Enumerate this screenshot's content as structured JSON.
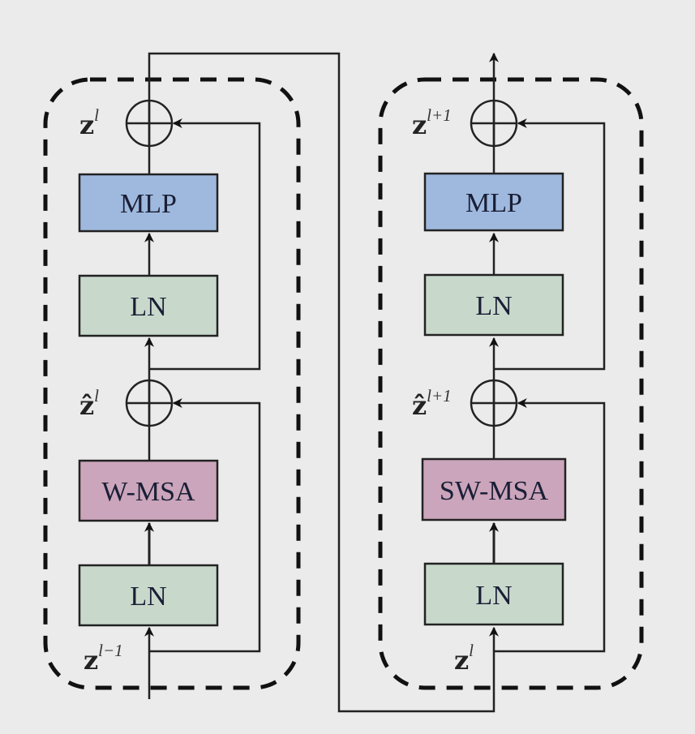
{
  "diagram": {
    "title": "Two successive Swin Transformer blocks",
    "colors": {
      "background": "#ebebeb",
      "mlp": "#9fb9de",
      "ln": "#c8d8cb",
      "msa": "#cba5bb",
      "line": "#222222"
    },
    "blocks": [
      {
        "name": "block-1",
        "output_label": {
          "base": "z",
          "sup": "l"
        },
        "mid_label": {
          "base": "ẑ",
          "sup": "l"
        },
        "input_label": {
          "base": "z",
          "sup": "l−1"
        },
        "modules": {
          "mlp": "MLP",
          "ln_top": "LN",
          "attention": "W-MSA",
          "ln_bottom": "LN"
        }
      },
      {
        "name": "block-2",
        "output_label": {
          "base": "z",
          "sup": "l+1"
        },
        "mid_label": {
          "base": "ẑ",
          "sup": "l+1"
        },
        "input_label": {
          "base": "z",
          "sup": "l"
        },
        "modules": {
          "mlp": "MLP",
          "ln_top": "LN",
          "attention": "SW-MSA",
          "ln_bottom": "LN"
        }
      }
    ],
    "adder_symbol": "add-circle"
  }
}
